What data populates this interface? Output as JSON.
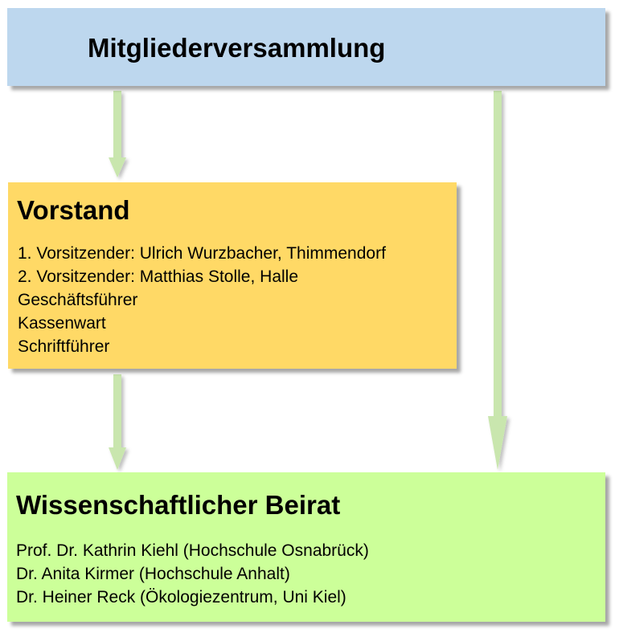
{
  "colors": {
    "mitgliederversammlung_fill": "#bdd7ee",
    "vorstand_fill": "#ffd966",
    "beirat_fill": "#ccff99",
    "arrow_fill": "#c9e6ae"
  },
  "mitgliederversammlung": {
    "title": "Mitgliederversammlung"
  },
  "vorstand": {
    "title": "Vorstand",
    "lines": [
      "1. Vorsitzender: Ulrich Wurzbacher, Thimmendorf",
      "2. Vorsitzender: Matthias Stolle, Halle",
      "Geschäftsführer",
      "Kassenwart",
      "Schriftführer"
    ]
  },
  "beirat": {
    "title": "Wissenschaftlicher Beirat",
    "lines": [
      "Prof. Dr. Kathrin Kiehl (Hochschule Osnabrück)",
      "Dr. Anita Kirmer (Hochschule Anhalt)",
      "Dr. Heiner Reck (Ökologiezentrum, Uni Kiel)"
    ]
  }
}
